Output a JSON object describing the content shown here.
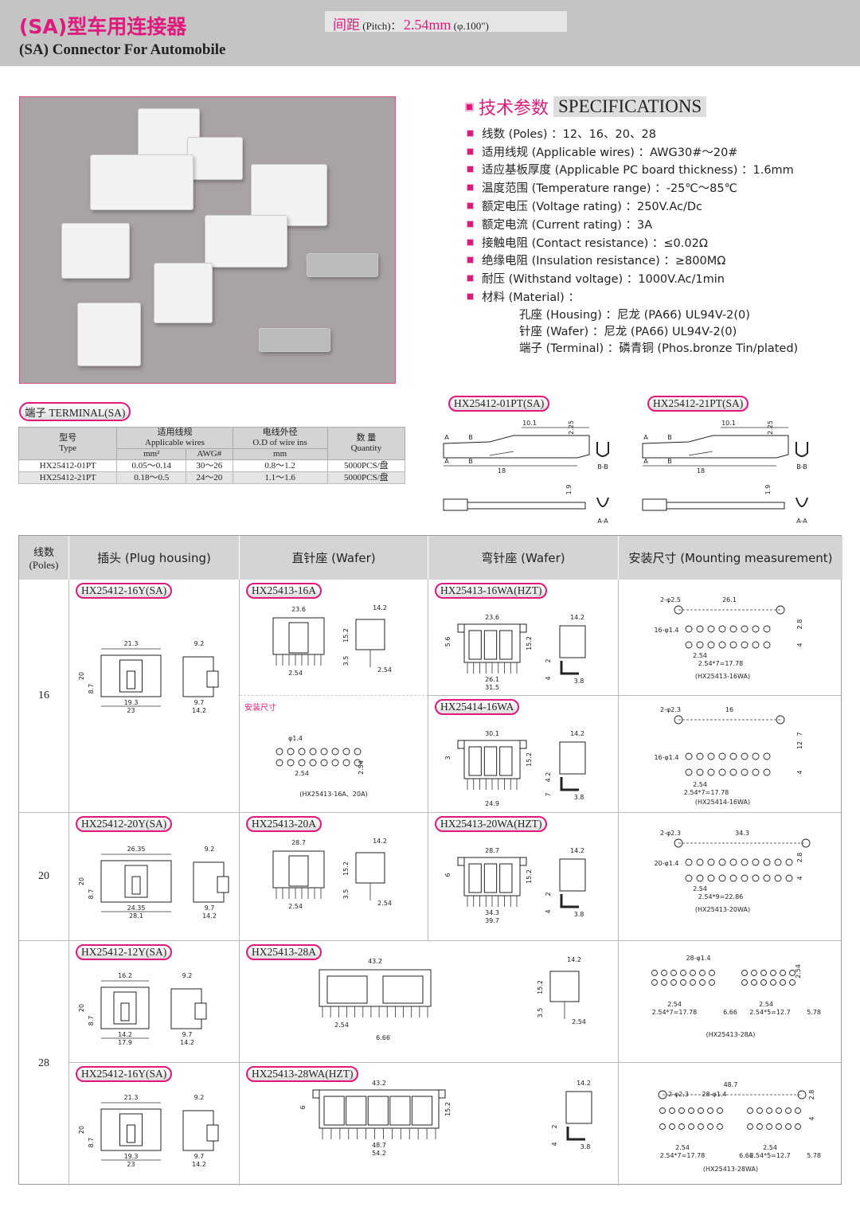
{
  "header": {
    "title_cn": "(SA)型车用连接器",
    "title_en": "(SA) Connector For Automobile",
    "pitch_key": "间距",
    "pitch_label": "(Pitch)：",
    "pitch_value": "2.54mm",
    "pitch_inch": "(φ.100\")"
  },
  "specs": {
    "title_cn": "技术参数",
    "title_en": "SPECIFICATIONS",
    "items": [
      "线数 (Poles) ：12、16、20、28",
      "适用线规 (Applicable wires) ：AWG30#～20#",
      "适应基板厚度 (Applicable PC board thickness) ：1.6mm",
      "温度范围 (Temperature range) ：-25℃～85℃",
      "额定电压 (Voltage rating) ：250V.Ac/Dc",
      "额定电流 (Current rating) ：3A",
      "接触电阻 (Contact resistance) ：≤0.02Ω",
      "绝缘电阻 (Insulation resistance) ：≥800MΩ",
      "耐压 (Withstand voltage) ：1000V.Ac/1min",
      "材料 (Material) ："
    ],
    "materials": [
      "孔座 (Housing) ：尼龙 (PA66) UL94V-2(0)",
      "针座 (Wafer) ：尼龙 (PA66) UL94V-2(0)",
      "端子 (Terminal) ：磷青铜 (Phos.bronze Tin/plated)"
    ]
  },
  "terminal": {
    "label": "端子 TERMINAL(SA)",
    "headers": {
      "type_cn": "型号",
      "type_en": "Type",
      "wires_cn": "适用线规",
      "wires_en": "Applicable wires",
      "mm2": "mm²",
      "awg": "AWG#",
      "od_cn": "电线外径",
      "od_en": "O.D of wire ins",
      "mm": "mm",
      "qty_cn": "数 量",
      "qty_en": "Quantity"
    },
    "rows": [
      [
        "HX25412-01PT",
        "0.05～0.14",
        "30～26",
        "0.8～1.2",
        "5000PCS/盘"
      ],
      [
        "HX25412-21PT",
        "0.18～0.5",
        "24～20",
        "1.1～1.6",
        "5000PCS/盘"
      ]
    ],
    "drawings": [
      {
        "label": "HX25412-01PT(SA)",
        "dims": [
          "10.1",
          "2.25",
          "18",
          "1.9",
          "A",
          "A",
          "B",
          "B",
          "B-B",
          "A-A"
        ]
      },
      {
        "label": "HX25412-21PT(SA)",
        "dims": [
          "10.1",
          "2.25",
          "18",
          "1.9",
          "A",
          "A",
          "B",
          "B",
          "B-B",
          "A-A"
        ]
      }
    ]
  },
  "table": {
    "headers": {
      "poles": "线数\n(Poles)",
      "plug": "插头 (Plug housing)",
      "wafer": "直针座 (Wafer)",
      "bent": "弯针座 (Wafer)",
      "mount": "安装尺寸 (Mounting measurement)"
    },
    "poles": [
      "16",
      "20",
      "28"
    ],
    "cells": {
      "p16": {
        "label": "HX25412-16Y(SA)",
        "dims": [
          "21.3",
          "9.2",
          "20",
          "8.7",
          "19.3",
          "23",
          "9.7",
          "14.2"
        ]
      },
      "p20": {
        "label": "HX25412-20Y(SA)",
        "dims": [
          "26.35",
          "9.2",
          "20",
          "8.7",
          "24.35",
          "28.1",
          "9.7",
          "14.2"
        ]
      },
      "p12": {
        "label": "HX25412-12Y(SA)",
        "dims": [
          "16.2",
          "9.2",
          "20",
          "8.7",
          "14.2",
          "17.9",
          "9.7",
          "14.2"
        ]
      },
      "p16b": {
        "label": "HX25412-16Y(SA)",
        "dims": [
          "21.3",
          "9.2",
          "20",
          "8.7",
          "19.3",
          "23",
          "9.7",
          "14.2"
        ]
      },
      "w16": {
        "label": "HX25413-16A",
        "dims": [
          "23.6",
          "14.2",
          "15.2",
          "3.5",
          "2.54",
          "2.54"
        ]
      },
      "w16m": {
        "label": "安装尺寸",
        "dims": [
          "φ1.4",
          "2.54",
          "2.54",
          "(HX25413-16A、20A)"
        ]
      },
      "w20": {
        "label": "HX25413-20A",
        "dims": [
          "28.7",
          "14.2",
          "15.2",
          "3.5",
          "2.54",
          "2.54"
        ]
      },
      "w28": {
        "label": "HX25413-28A",
        "dims": [
          "43.2",
          "14.2",
          "15.2",
          "3.5",
          "2.54",
          "2.54"
        ],
        "extra": "6.66"
      },
      "w28wa": {
        "label": "HX25413-28WA(HZT)",
        "dims": [
          "43.2",
          "14.2",
          "6",
          "15.2",
          "48.7",
          "54.2",
          "2",
          "4",
          "3.8"
        ]
      },
      "b16": {
        "label": "HX25413-16WA(HZT)",
        "dims": [
          "23.6",
          "14.2",
          "5.6",
          "15.2",
          "26.1",
          "31.5",
          "2",
          "4",
          "3.8"
        ]
      },
      "b16b": {
        "label": "HX25414-16WA",
        "dims": [
          "30.1",
          "14.2",
          "3",
          "15.2",
          "",
          "24.9",
          "4.2",
          "7",
          "3.8"
        ]
      },
      "b20": {
        "label": "HX25413-20WA(HZT)",
        "dims": [
          "28.7",
          "14.2",
          "6",
          "15.2",
          "34.3",
          "39.7",
          "2",
          "4",
          "3.8"
        ]
      },
      "m16": {
        "dims": [
          "2-φ2.5",
          "26.1",
          "16-φ1.4",
          "2.8",
          "4",
          "2.54",
          "2.54*7=17.78",
          "(HX25413-16WA)"
        ]
      },
      "m16b": {
        "dims": [
          "2-φ2.3",
          "16",
          "16-φ1.4",
          "7",
          "4",
          "12",
          "2.54",
          "2.54*7=17.78",
          "(HX25414-16WA)"
        ]
      },
      "m20": {
        "dims": [
          "2-φ2.3",
          "34.3",
          "20-φ1.4",
          "2.8",
          "4",
          "2.54",
          "2.54*9=22.86",
          "(HX25413-20WA)"
        ]
      },
      "m28": {
        "dims": [
          "28-φ1.4",
          "2.54",
          "2.54",
          "2.54*7=17.78",
          "6.66",
          "2.54*5=12.7",
          "5.78",
          "2.54",
          "(HX25413-28A)"
        ]
      },
      "m28wa": {
        "dims": [
          "48.7",
          "2-φ2.3",
          "28-φ1.4",
          "2.8",
          "4",
          "2.54",
          "2.54*7=17.78",
          "6.66",
          "2.54",
          "2.54*5=12.7",
          "5.78",
          "(HX25413-28WA)"
        ]
      }
    }
  }
}
